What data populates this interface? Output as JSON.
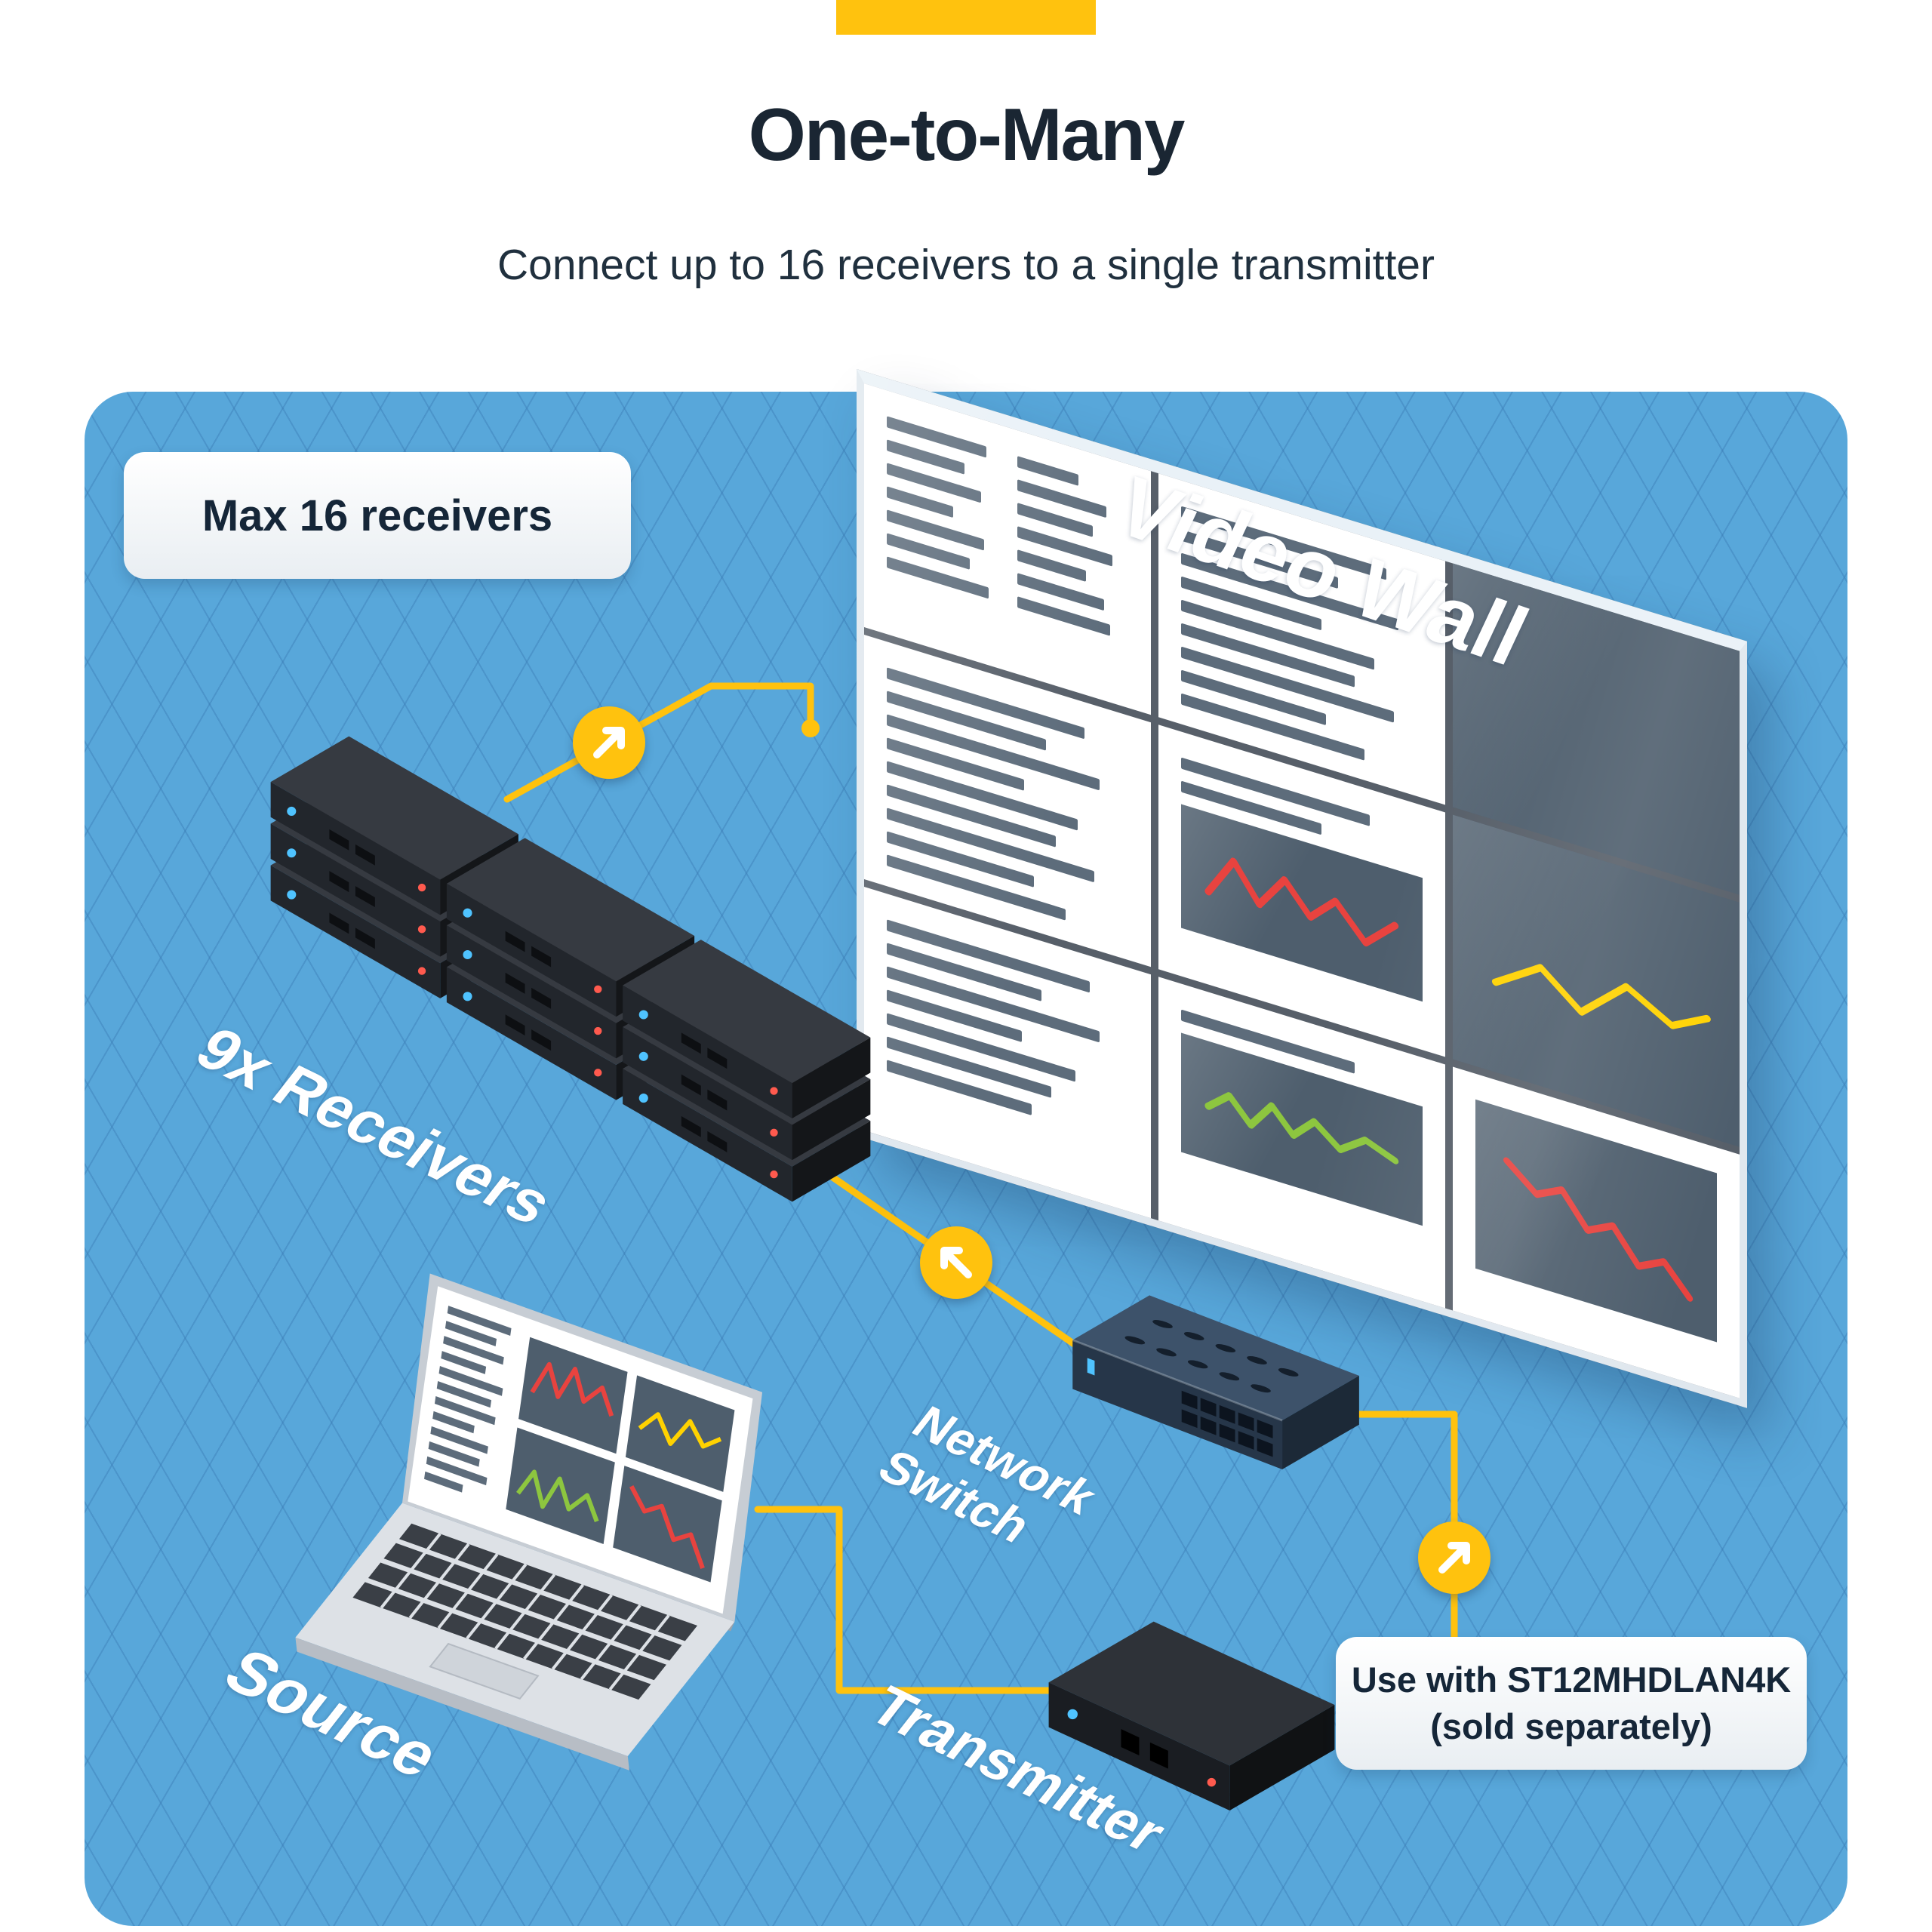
{
  "header": {
    "title": "One-to-Many",
    "subtitle": "Connect up to 16 receivers to a single transmitter"
  },
  "diagram": {
    "max_receivers_badge": "Max 16 receivers",
    "video_wall_label": "Video Wall",
    "receivers_label": "9x Receivers",
    "network_switch_label": {
      "line1": "Network",
      "line2": "Switch"
    },
    "transmitter_label": "Transmitter",
    "source_label": "Source",
    "note": {
      "line1": "Use with ST12MHDLAN4K",
      "line2": "(sold separately)"
    }
  },
  "colors": {
    "accent_yellow": "#FFC20E",
    "panel_blue": "#58A7DA",
    "heading_navy": "#1A2633",
    "chart_red": "#E8433F",
    "chart_green": "#8DC63F",
    "chart_yellow": "#FFD200"
  }
}
